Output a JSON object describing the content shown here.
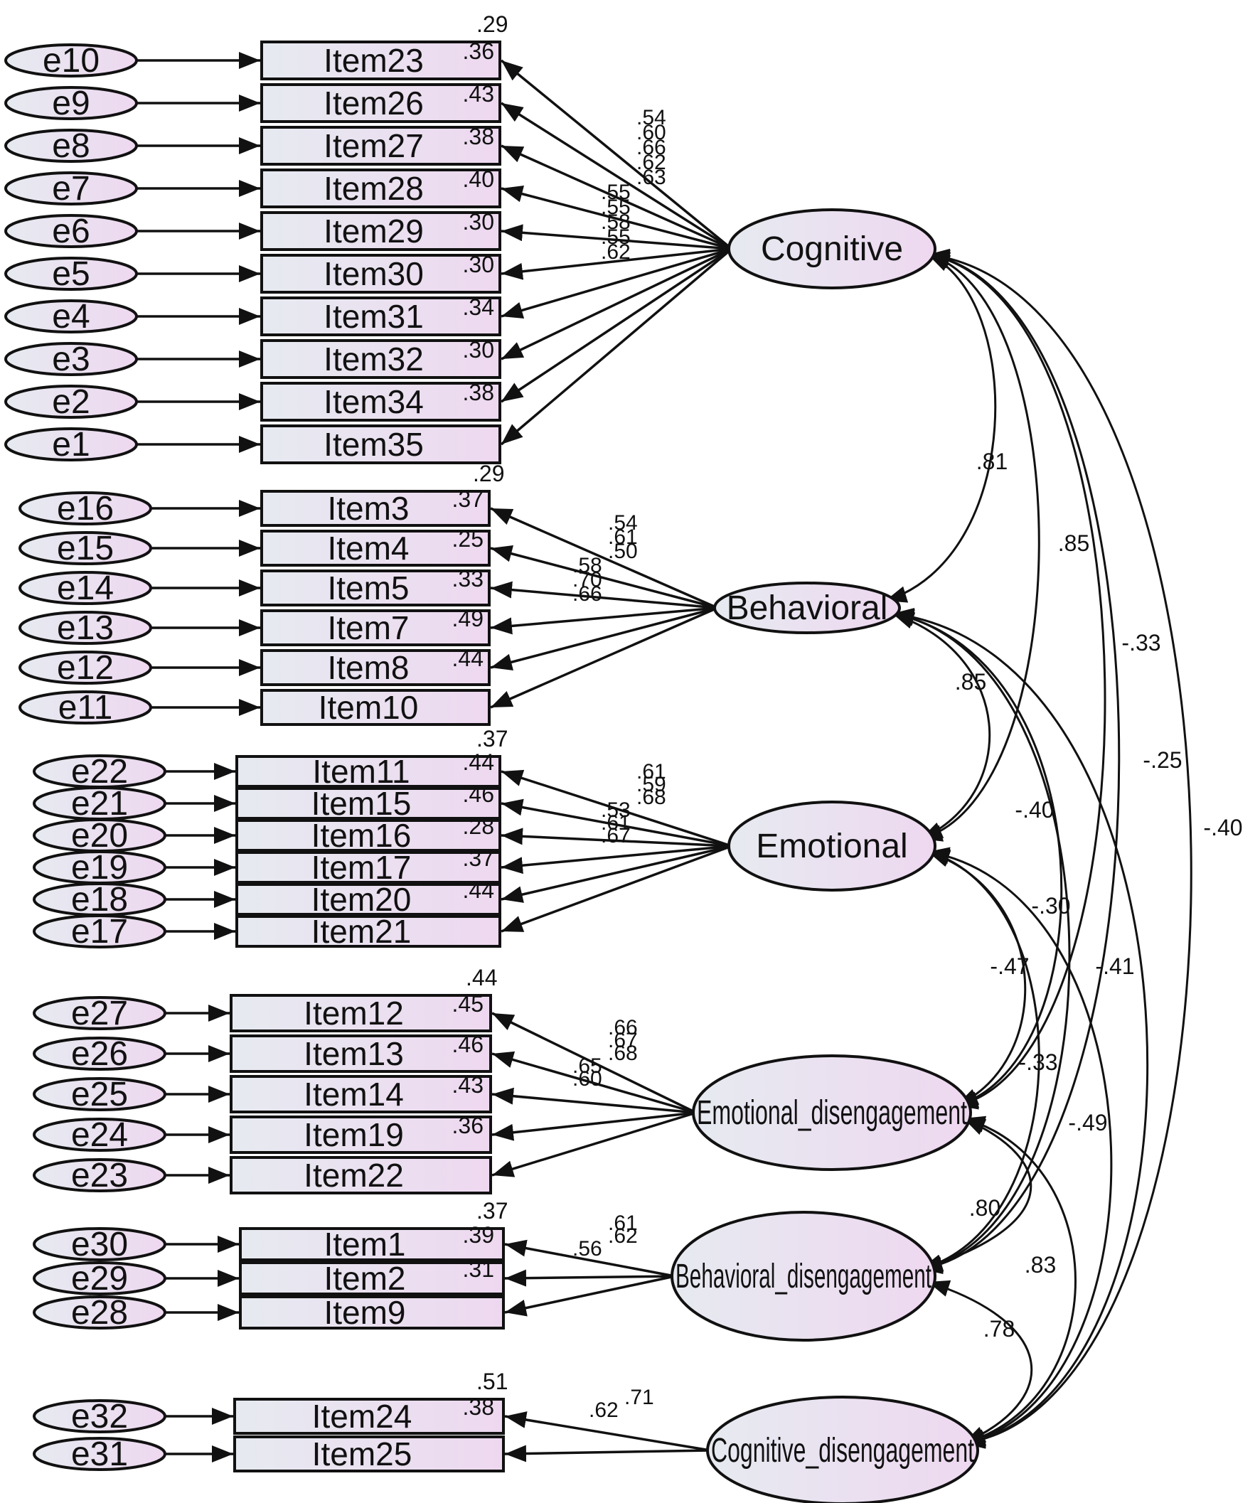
{
  "latents": [
    {
      "name": "Cognitive"
    },
    {
      "name": "Behavioral"
    },
    {
      "name": "Emotional"
    },
    {
      "name": "Emotional_disengagement"
    },
    {
      "name": "Behavioral_disengagement"
    },
    {
      "name": "Cognitive_disengagement"
    }
  ],
  "groups": [
    {
      "latent": "Cognitive",
      "items": [
        {
          "error": "e10",
          "item": "Item23",
          "r2": ".36"
        },
        {
          "error": "e9",
          "item": "Item26",
          "r2": ".43"
        },
        {
          "error": "e8",
          "item": "Item27",
          "r2": ".38"
        },
        {
          "error": "e7",
          "item": "Item28",
          "r2": ".40"
        },
        {
          "error": "e6",
          "item": "Item29",
          "r2": ".30"
        },
        {
          "error": "e5",
          "item": "Item30",
          "r2": ".30"
        },
        {
          "error": "e4",
          "item": "Item31",
          "r2": ".34"
        },
        {
          "error": "e3",
          "item": "Item32",
          "r2": ".30"
        },
        {
          "error": "e2",
          "item": "Item34",
          "r2": ".38"
        },
        {
          "error": "e1",
          "item": "Item35",
          "r2": ""
        }
      ],
      "top_r2": ".29",
      "loadings": [
        ".54",
        ".60",
        ".66",
        ".62",
        ".63",
        ".55",
        ".55",
        ".58",
        ".55",
        ".62"
      ]
    },
    {
      "latent": "Behavioral",
      "items": [
        {
          "error": "e16",
          "item": "Item3",
          "r2": ".37"
        },
        {
          "error": "e15",
          "item": "Item4",
          "r2": ".25"
        },
        {
          "error": "e14",
          "item": "Item5",
          "r2": ".33"
        },
        {
          "error": "e13",
          "item": "Item7",
          "r2": ".49"
        },
        {
          "error": "e12",
          "item": "Item8",
          "r2": ".44"
        },
        {
          "error": "e11",
          "item": "Item10",
          "r2": ""
        }
      ],
      "top_r2": ".29",
      "loadings": [
        ".54",
        ".61",
        ".50",
        ".58",
        ".70",
        ".66"
      ]
    },
    {
      "latent": "Emotional",
      "items": [
        {
          "error": "e22",
          "item": "Item11",
          "r2": ".44"
        },
        {
          "error": "e21",
          "item": "Item15",
          "r2": ".46"
        },
        {
          "error": "e20",
          "item": "Item16",
          "r2": ".28"
        },
        {
          "error": "e19",
          "item": "Item17",
          "r2": ".37"
        },
        {
          "error": "e18",
          "item": "Item20",
          "r2": ".44"
        },
        {
          "error": "e17",
          "item": "Item21",
          "r2": ""
        }
      ],
      "top_r2": ".37",
      "loadings": [
        ".61",
        ".59",
        ".68",
        ".53",
        ".61",
        ".67"
      ]
    },
    {
      "latent": "Emotional_disengagement",
      "items": [
        {
          "error": "e27",
          "item": "Item12",
          "r2": ".45"
        },
        {
          "error": "e26",
          "item": "Item13",
          "r2": ".46"
        },
        {
          "error": "e25",
          "item": "Item14",
          "r2": ".43"
        },
        {
          "error": "e24",
          "item": "Item19",
          "r2": ".36"
        },
        {
          "error": "e23",
          "item": "Item22",
          "r2": ""
        }
      ],
      "top_r2": ".44",
      "loadings": [
        ".66",
        ".67",
        ".68",
        ".65",
        ".60"
      ]
    },
    {
      "latent": "Behavioral_disengagement",
      "items": [
        {
          "error": "e30",
          "item": "Item1",
          "r2": ".39"
        },
        {
          "error": "e29",
          "item": "Item2",
          "r2": ".31"
        },
        {
          "error": "e28",
          "item": "Item9",
          "r2": ""
        }
      ],
      "top_r2": ".37",
      "loadings": [
        ".61",
        ".62",
        ".56"
      ]
    },
    {
      "latent": "Cognitive_disengagement",
      "items": [
        {
          "error": "e32",
          "item": "Item24",
          "r2": ".38"
        },
        {
          "error": "e31",
          "item": "Item25",
          "r2": ""
        }
      ],
      "top_r2": ".51",
      "loadings": [
        ".71",
        ".62"
      ]
    }
  ],
  "correlations": [
    {
      "from": "Cognitive",
      "to": "Behavioral",
      "value": ".81"
    },
    {
      "from": "Cognitive",
      "to": "Emotional",
      "value": ".85"
    },
    {
      "from": "Cognitive",
      "to": "Emotional_disengagement",
      "value": "-.33"
    },
    {
      "from": "Cognitive",
      "to": "Behavioral_disengagement",
      "value": "-.25"
    },
    {
      "from": "Cognitive",
      "to": "Cognitive_disengagement",
      "value": "-.40"
    },
    {
      "from": "Behavioral",
      "to": "Emotional",
      "value": ".85"
    },
    {
      "from": "Behavioral",
      "to": "Emotional_disengagement",
      "value": "-.40"
    },
    {
      "from": "Behavioral",
      "to": "Behavioral_disengagement",
      "value": "-.30"
    },
    {
      "from": "Behavioral",
      "to": "Cognitive_disengagement",
      "value": "-.41"
    },
    {
      "from": "Emotional",
      "to": "Emotional_disengagement",
      "value": "-.47"
    },
    {
      "from": "Emotional",
      "to": "Behavioral_disengagement",
      "value": "-.33"
    },
    {
      "from": "Emotional",
      "to": "Cognitive_disengagement",
      "value": "-.49"
    },
    {
      "from": "Emotional_disengagement",
      "to": "Behavioral_disengagement",
      "value": ".80"
    },
    {
      "from": "Emotional_disengagement",
      "to": "Cognitive_disengagement",
      "value": ".83"
    },
    {
      "from": "Behavioral_disengagement",
      "to": "Cognitive_disengagement",
      "value": ".78"
    }
  ],
  "colors": {
    "fill_left": "#e6eaf0",
    "fill_right": "#eed8f0",
    "stroke": "#111111"
  }
}
